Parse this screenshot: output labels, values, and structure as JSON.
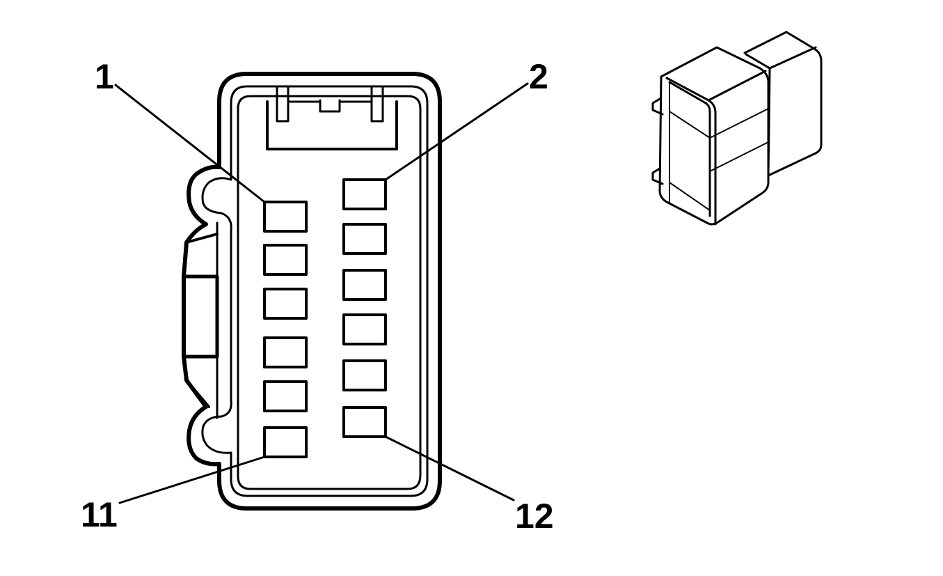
{
  "diagram": {
    "labels": {
      "pin_1": "1",
      "pin_2": "2",
      "pin_11": "11",
      "pin_12": "12"
    },
    "colors": {
      "line": "#000000",
      "background": "#ffffff"
    },
    "cavities": {
      "left_column": 6,
      "right_column": 6
    }
  }
}
